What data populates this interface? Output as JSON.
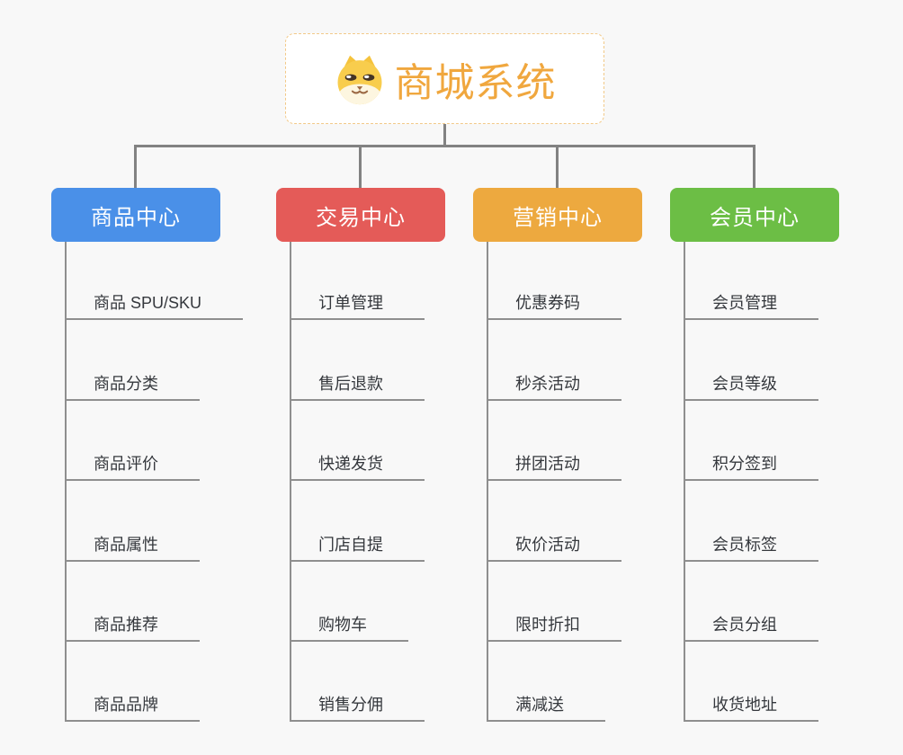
{
  "canvas": {
    "background": "#f8f8f8",
    "connector_color": "#828282",
    "underline_color": "#8f8f8f",
    "leaf_text_color": "#35383d"
  },
  "root": {
    "label": "商城系统",
    "icon": "dog-face-icon",
    "text_color": "#f0a73e",
    "border_color": "#f2c988",
    "background": "#ffffff"
  },
  "branches": [
    {
      "label": "商品中心",
      "color": "#4a90e8",
      "children": [
        "商品 SPU/SKU",
        "商品分类",
        "商品评价",
        "商品属性",
        "商品推荐",
        "商品品牌"
      ]
    },
    {
      "label": "交易中心",
      "color": "#e45b58",
      "children": [
        "订单管理",
        "售后退款",
        "快递发货",
        "门店自提",
        "购物车",
        "销售分佣"
      ]
    },
    {
      "label": "营销中心",
      "color": "#eda93f",
      "children": [
        "优惠券码",
        "秒杀活动",
        "拼团活动",
        "砍价活动",
        "限时折扣",
        "满减送"
      ]
    },
    {
      "label": "会员中心",
      "color": "#6cbe45",
      "children": [
        "会员管理",
        "会员等级",
        "积分签到",
        "会员标签",
        "会员分组",
        "收货地址"
      ]
    }
  ]
}
